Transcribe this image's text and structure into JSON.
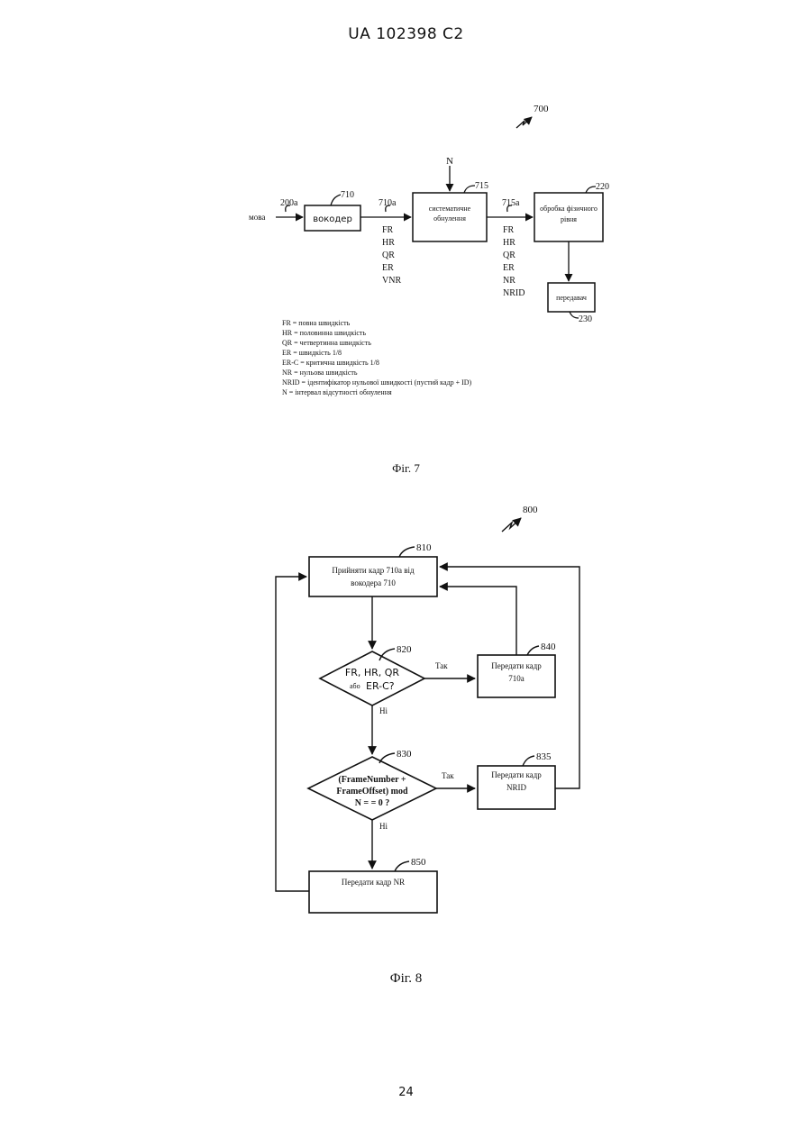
{
  "header": {
    "text": "UA   102398   C2"
  },
  "fig7": {
    "ref": "700",
    "input_label": "мова",
    "n_label": "N",
    "ref_200a": "200a",
    "ref_710": "710",
    "ref_710a": "710a",
    "ref_715": "715",
    "ref_715a": "715a",
    "ref_220": "220",
    "ref_230": "230",
    "vocoder": "вокодер",
    "zeroing": [
      "систематичне",
      "обнулення"
    ],
    "phys": [
      "обробка фізичного",
      "рівня"
    ],
    "transmitter": "передавач",
    "rates_710a": [
      "FR",
      "HR",
      "QR",
      "ER",
      "VNR"
    ],
    "rates_715a": [
      "FR",
      "HR",
      "QR",
      "ER",
      "NR",
      "NRID"
    ],
    "legend": [
      "FR = повна швидкість",
      "HR = половинна швидкість",
      "QR = четвертинна швидкість",
      "ER = швидкість 1/8",
      "ER-C = критична швидкість 1/8",
      "NR = нульова швидкість",
      "NRID = ідентифікатор нульової швидкості (пустий кадр + ID)",
      "N = інтервал відсутності обнулення"
    ],
    "caption": "Фіг. 7"
  },
  "fig8": {
    "ref": "800",
    "ref_810": "810",
    "ref_820": "820",
    "ref_830": "830",
    "ref_835": "835",
    "ref_840": "840",
    "ref_850": "850",
    "box_810": [
      "Прийняти кадр 710a від",
      "вокодера 710"
    ],
    "decision_820": {
      "line1": "FR, HR, QR",
      "abo": "або",
      "line2": "ER-C?"
    },
    "decision_830": [
      "(FrameNumber +",
      "FrameOffset) mod",
      "N = = 0 ?"
    ],
    "box_840": [
      "Передати кадр",
      "710a"
    ],
    "box_835": [
      "Передати кадр",
      "NRID"
    ],
    "box_850": "Передати кадр NR",
    "yes": "Так",
    "no": "Ні",
    "caption": "Фіг. 8"
  },
  "page_number": "24"
}
